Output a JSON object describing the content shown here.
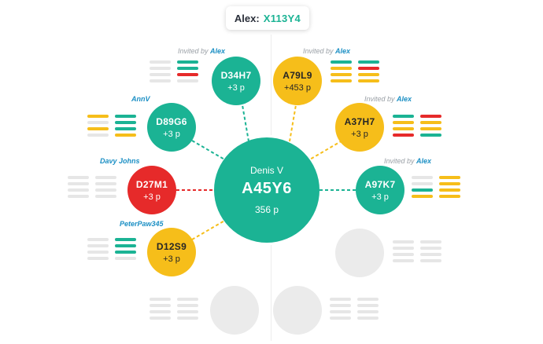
{
  "colors": {
    "green": "#1bb394",
    "yellow": "#f6be1a",
    "red": "#e62a2a",
    "grey": "#e6e6e6",
    "link_blue": "#1b8fc4",
    "placeholder": "#ebebeb"
  },
  "header": {
    "name": "Alex",
    "separator": ":",
    "code": "X113Y4"
  },
  "center": {
    "name": "Denis V",
    "code": "A45Y6",
    "points": "356 p"
  },
  "nodes": [
    {
      "id": "d34h7",
      "code": "D34H7",
      "points": "+3 p",
      "color": "green",
      "label": {
        "prefix": "Invited by",
        "name": "Alex"
      },
      "bars_side": "left",
      "bars": [
        "grey",
        "green",
        "grey",
        "green",
        "grey",
        "red",
        "grey",
        "grey"
      ]
    },
    {
      "id": "a79l9",
      "code": "A79L9",
      "points": "+453 p",
      "color": "yellow",
      "label": {
        "prefix": "Invited by",
        "name": "Alex"
      },
      "bars_side": "right",
      "bars": [
        "green",
        "green",
        "yellow",
        "red",
        "yellow",
        "yellow",
        "yellow",
        "yellow"
      ]
    },
    {
      "id": "d89g6",
      "code": "D89G6",
      "points": "+3 p",
      "color": "green",
      "label": {
        "prefix": "",
        "name": "AnnV"
      },
      "bars_side": "left",
      "bars": [
        "yellow",
        "green",
        "grey",
        "green",
        "yellow",
        "green",
        "grey",
        "yellow"
      ]
    },
    {
      "id": "a37h7",
      "code": "A37H7",
      "points": "+3 p",
      "color": "yellow",
      "label": {
        "prefix": "Invited by",
        "name": "Alex"
      },
      "bars_side": "right",
      "bars": [
        "green",
        "red",
        "yellow",
        "yellow",
        "yellow",
        "yellow",
        "red",
        "green"
      ]
    },
    {
      "id": "d27m1",
      "code": "D27M1",
      "points": "+3 p",
      "color": "red",
      "label": {
        "prefix": "",
        "name": "Davy Johns"
      },
      "bars_side": "left",
      "bars": [
        "grey",
        "grey",
        "grey",
        "grey",
        "grey",
        "grey",
        "grey",
        "grey"
      ]
    },
    {
      "id": "a97k7",
      "code": "A97K7",
      "points": "+3 p",
      "color": "green",
      "label": {
        "prefix": "Invited by",
        "name": "Alex"
      },
      "bars_side": "right",
      "bars": [
        "grey",
        "yellow",
        "grey",
        "yellow",
        "green",
        "yellow",
        "yellow",
        "yellow"
      ]
    },
    {
      "id": "d12s9",
      "code": "D12S9",
      "points": "+3 p",
      "color": "yellow",
      "label": {
        "prefix": "",
        "name": "PeterPaw345"
      },
      "bars_side": "left",
      "bars": [
        "grey",
        "green",
        "grey",
        "green",
        "grey",
        "green",
        "grey",
        "grey"
      ]
    }
  ],
  "placeholders": [
    {
      "id": "empty-right",
      "bars": [
        "grey",
        "grey",
        "grey",
        "grey",
        "grey",
        "grey",
        "grey",
        "grey"
      ]
    },
    {
      "id": "empty-bottom-left",
      "bars": [
        "grey",
        "grey",
        "grey",
        "grey",
        "grey",
        "grey",
        "grey",
        "grey"
      ]
    },
    {
      "id": "empty-bottom-right",
      "bars": [
        "grey",
        "grey",
        "grey",
        "grey",
        "grey",
        "grey",
        "grey",
        "grey"
      ]
    }
  ]
}
